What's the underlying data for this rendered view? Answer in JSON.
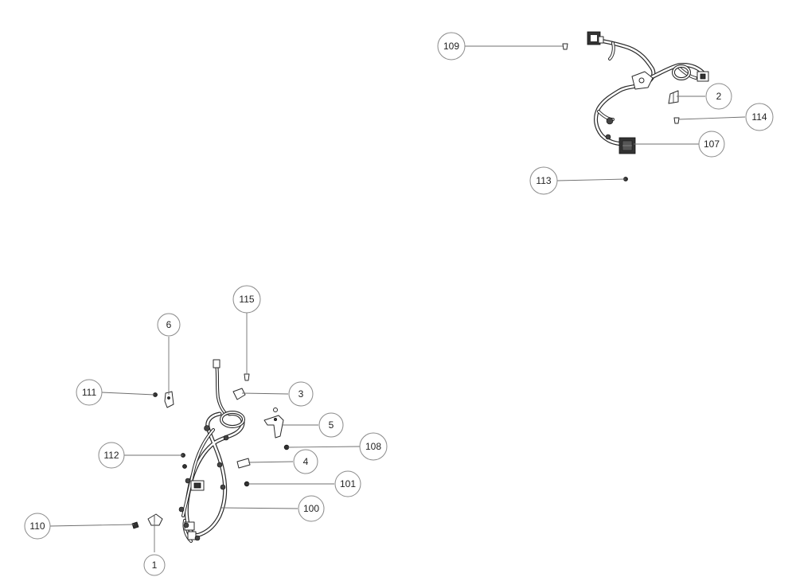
{
  "callouts": {
    "c109": "109",
    "c2": "2",
    "c114": "114",
    "c107": "107",
    "c113": "113",
    "c115": "115",
    "c6": "6",
    "c111": "111",
    "c3": "3",
    "c5": "5",
    "c108": "108",
    "c112": "112",
    "c4": "4",
    "c101": "101",
    "c100": "100",
    "c110": "110",
    "c1": "1"
  }
}
